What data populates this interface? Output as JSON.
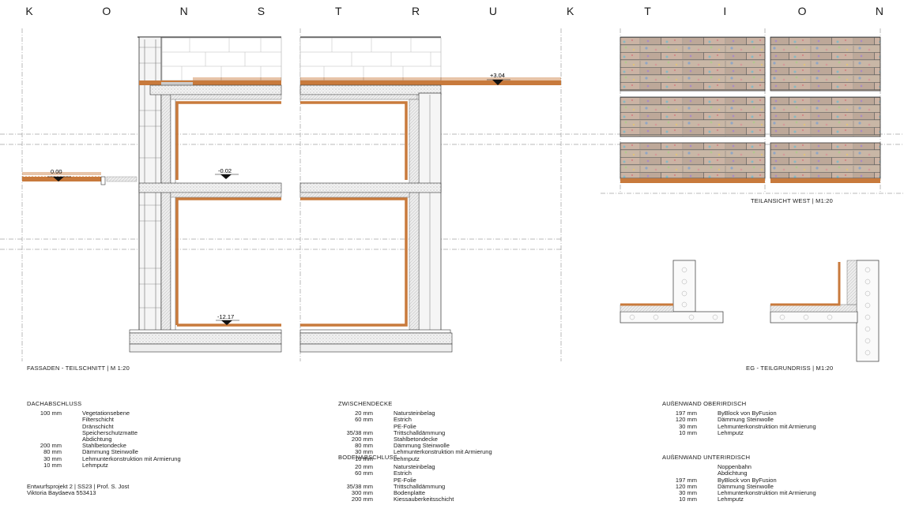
{
  "title_letters": [
    "K",
    "O",
    "N",
    "S",
    "T",
    "R",
    "U",
    "K",
    "T",
    "I",
    "O",
    "N"
  ],
  "levels": {
    "roof": "+3.04",
    "ground": "0.00",
    "floor": "-0.02",
    "basement": "-12.17"
  },
  "captions": {
    "section": "FASSADEN - TEILSCHNITT  |  M 1:20",
    "elevation": "TEILANSICHT WEST  |  M1:20",
    "plan": "EG - TEILGRUNDRISS  |  M1:20"
  },
  "colors": {
    "insulation_wood": "#c87a3c",
    "concrete_hatch": "#9a9a9a",
    "line": "#222222"
  },
  "layers": {
    "dach": {
      "title": "DACHABSCHLUSS",
      "rows": [
        {
          "t": "100 mm",
          "d": "Vegetationsebene"
        },
        {
          "t": "",
          "d": "Filterschicht"
        },
        {
          "t": "",
          "d": "Dränschicht"
        },
        {
          "t": "",
          "d": "Speicherschutzmatte"
        },
        {
          "t": "",
          "d": "Abdichtung"
        },
        {
          "t": "200 mm",
          "d": "Stahlbetondecke"
        },
        {
          "t": "80 mm",
          "d": "Dämmung Steinwolle"
        },
        {
          "t": "30 mm",
          "d": "Lehmunterkonstruktion mit Armierung"
        },
        {
          "t": "10 mm",
          "d": "Lehmputz"
        }
      ]
    },
    "zwischen": {
      "title": "ZWISCHENDECKE",
      "rows": [
        {
          "t": "20 mm",
          "d": "Natursteinbelag"
        },
        {
          "t": "60 mm",
          "d": "Estrich"
        },
        {
          "t": "",
          "d": "PE-Folie"
        },
        {
          "t": "35/38 mm",
          "d": "Trittschalldämmung"
        },
        {
          "t": "200 mm",
          "d": "Stahlbetondecke"
        },
        {
          "t": "80 mm",
          "d": "Dämmung Steinwolle"
        },
        {
          "t": "30 mm",
          "d": "Lehmunterkonstruktion mit Armierung"
        },
        {
          "t": "10 mm",
          "d": "Lehmputz"
        }
      ]
    },
    "boden": {
      "title": "BODENABSCHLUSS",
      "rows": [
        {
          "t": "20 mm",
          "d": "Natursteinbelag"
        },
        {
          "t": "60 mm",
          "d": "Estrich"
        },
        {
          "t": "",
          "d": "PE-Folie"
        },
        {
          "t": "35/38 mm",
          "d": "Trittschalldämmung"
        },
        {
          "t": "300 mm",
          "d": "Bodenplatte"
        },
        {
          "t": "200 mm",
          "d": "Kiessauberkeitsschicht"
        }
      ]
    },
    "ober": {
      "title": "AUßENWAND OBERIRDISCH",
      "rows": [
        {
          "t": "197 mm",
          "d": "ByBlock von ByFusion"
        },
        {
          "t": "120 mm",
          "d": "Dämmung Steinwolle"
        },
        {
          "t": "30 mm",
          "d": "Lehmunterkonstruktion mit Armierung"
        },
        {
          "t": "10 mm",
          "d": "Lehmputz"
        }
      ]
    },
    "unter": {
      "title": "AUßENWAND UNTERIRDISCH",
      "rows": [
        {
          "t": "",
          "d": "Noppenbahn"
        },
        {
          "t": "",
          "d": "Abdichtung"
        },
        {
          "t": "197 mm",
          "d": "ByBlock von ByFusion"
        },
        {
          "t": "120 mm",
          "d": "Dämmung Steinwolle"
        },
        {
          "t": "30 mm",
          "d": "Lehmunterkonstruktion mit Armierung"
        },
        {
          "t": "10 mm",
          "d": "Lehmputz"
        }
      ]
    }
  },
  "footer": {
    "line1": "Entwurfsprojekt 2 | SS23 | Prof. S. Jost",
    "line2": "Viktoria Baydaeva 553413"
  }
}
